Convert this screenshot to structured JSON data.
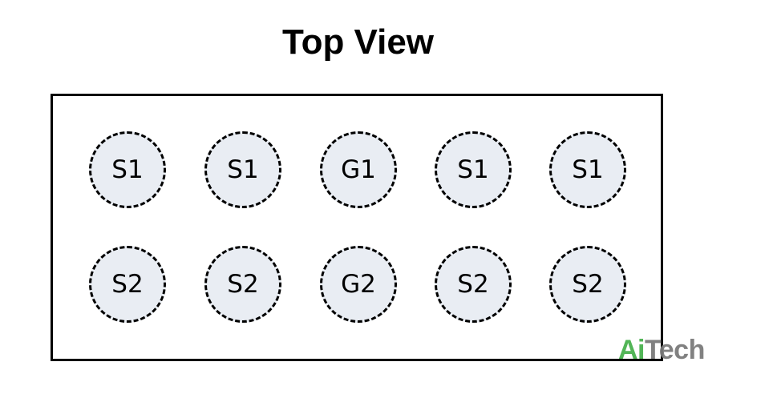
{
  "title": "Top View",
  "colors": {
    "pad_fill": "#e9edf3",
    "outline": "#000000",
    "watermark_green": "#49b24f",
    "watermark_gray": "#7b7b7b"
  },
  "rows": [
    [
      "S1",
      "S1",
      "G1",
      "S1",
      "S1"
    ],
    [
      "S2",
      "S2",
      "G2",
      "S2",
      "S2"
    ]
  ],
  "watermark": {
    "part_a": "Ai",
    "part_b": "Tech"
  }
}
